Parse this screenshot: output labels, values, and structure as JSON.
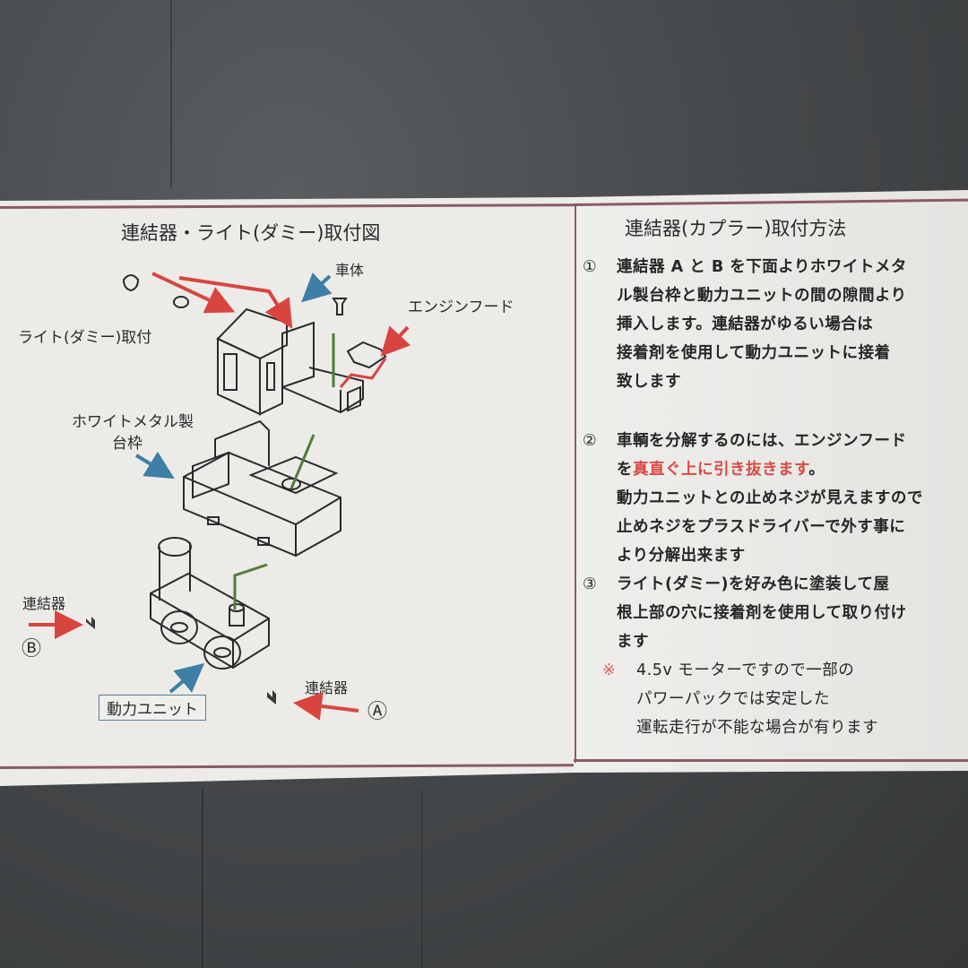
{
  "left_panel": {
    "title": "連結器・ライト(ダミー)取付図",
    "labels": {
      "body": "車体",
      "engine_hood": "エンジンフード",
      "light_dummy": "ライト(ダミー)取付",
      "frame_line1": "ホワイトメタル製",
      "frame_line2": "台枠",
      "coupler_b_label": "連結器",
      "coupler_b_mark": "Ⓑ",
      "coupler_a_label": "連結器",
      "coupler_a_mark": "Ⓐ",
      "power_unit": "動力ユニット"
    }
  },
  "right_panel": {
    "title": "連結器(カプラー)取付方法",
    "steps": [
      {
        "marker": "①",
        "lines": [
          "連結器 A と B を下面よりホワイトメタ",
          "ル製台枠と動力ユニットの間の隙間より",
          "挿入します。連結器がゆるい場合は",
          "接着剤を使用して動力ユニットに接着",
          "致します"
        ]
      },
      {
        "marker": "②",
        "line1": "車輌を分解するのには、エンジンフード",
        "line2_prefix": "を",
        "line2_highlight": "真直ぐ上に引き抜きます",
        "line2_suffix": "。",
        "lines_rest": [
          "動力ユニットとの止めネジが見えますので",
          "止めネジをプラスドライバーで外す事に",
          "より分解出来ます"
        ]
      },
      {
        "marker": "③",
        "lines": [
          "ライト(ダミー)を好み色に塗装して屋",
          "根上部の穴に接着剤を使用して取り付け",
          "ます"
        ]
      }
    ],
    "note": {
      "marker": "※",
      "lines": [
        "4.5v モーターですので一部の",
        "パワーパックでは安定した",
        "運転走行が不能な場合が有ります"
      ]
    }
  },
  "colors": {
    "arrow_red": "#d8453f",
    "arrow_blue": "#3d7fa6",
    "leader_green": "#4f7d3a",
    "highlight_red": "#d94a45",
    "border_line": "#8a5a66"
  }
}
